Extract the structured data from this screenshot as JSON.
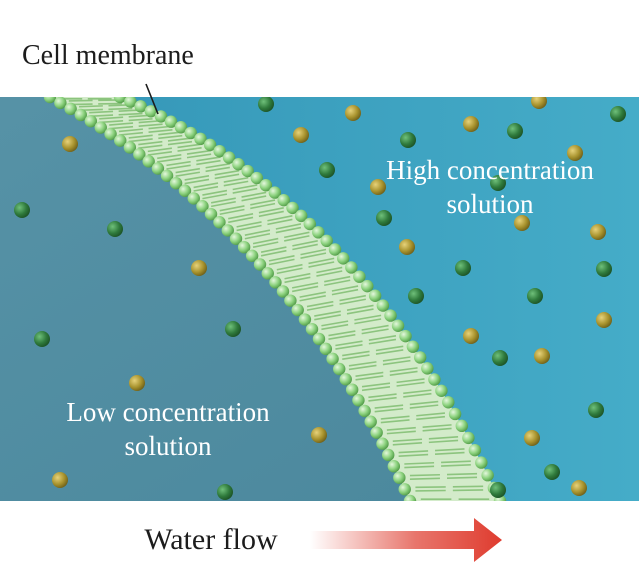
{
  "labels": {
    "membrane": "Cell membrane",
    "high_line1": "High concentration",
    "high_line2": "solution",
    "low_line1": "Low concentration",
    "low_line2": "solution",
    "water_flow": "Water flow"
  },
  "colors": {
    "low_region": "#4e8ea4",
    "high_region": "#3fa5c4",
    "membrane_core": "#cfe8c6",
    "lipid_head": "#8fd481",
    "lipid_tail": "#9ecf90",
    "solute_green": "#2f7a3c",
    "solute_gold": "#a8932e",
    "arrow": "#e0473a"
  },
  "icons": [
    "solute-particle-icon",
    "lipid-head-icon",
    "water-flow-arrow-icon"
  ]
}
